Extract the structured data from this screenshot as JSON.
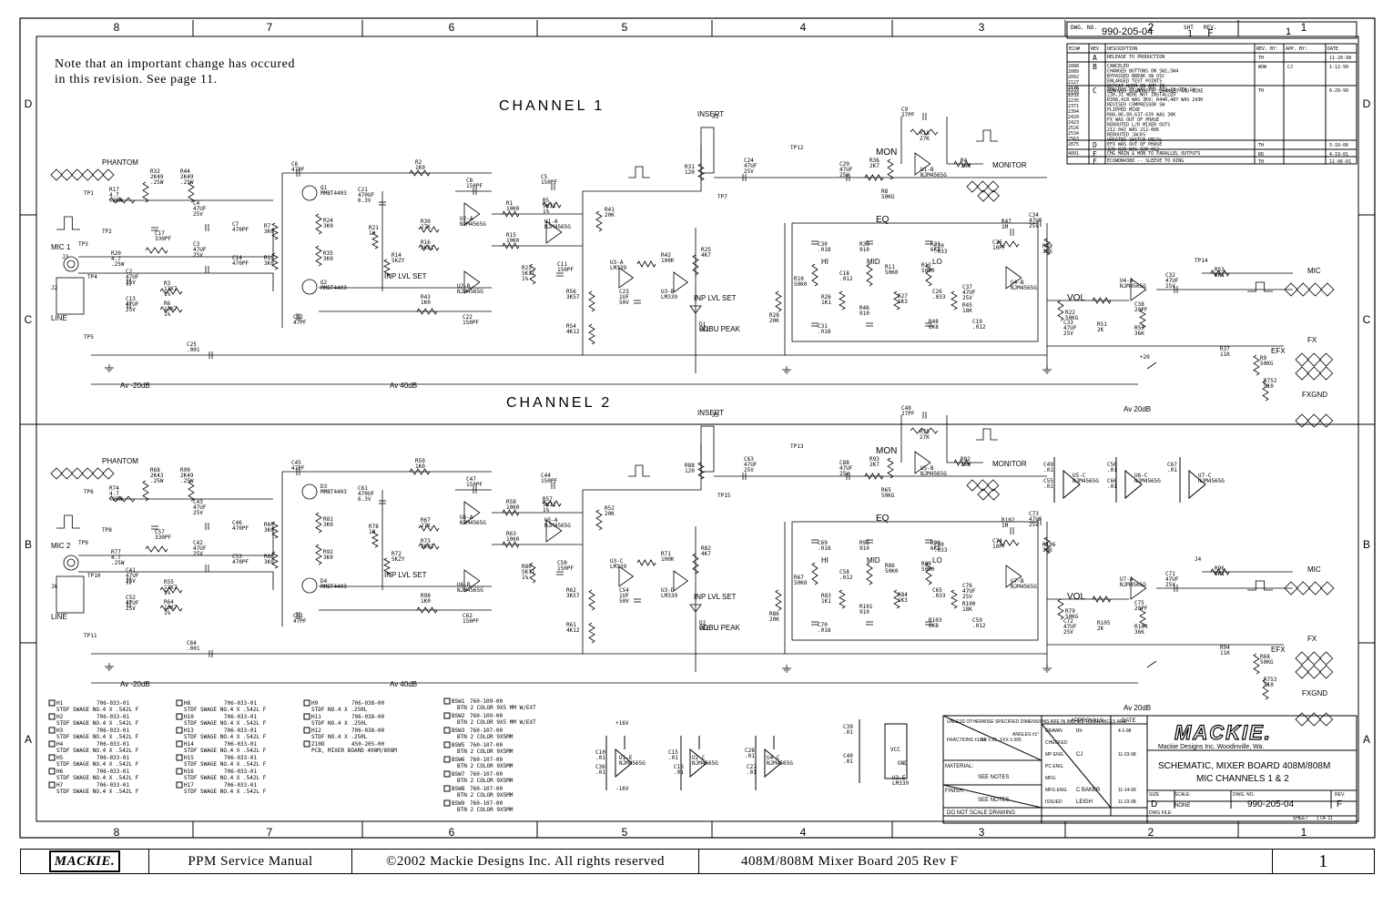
{
  "note": "Note that an important change has occured\nin this revision. See page 11.",
  "channels": {
    "ch1": "CHANNEL 1",
    "ch2": "CHANNEL 2"
  },
  "grid": {
    "columns": [
      "8",
      "7",
      "6",
      "5",
      "4",
      "3",
      "2",
      "1"
    ],
    "rows": [
      "D",
      "C",
      "B",
      "A"
    ]
  },
  "drawing": {
    "dwg_no_label": "DWG. NO.",
    "dwg_no": "990-205-04",
    "sht_label": "SHT",
    "sht": "1",
    "rev_label": "REV.",
    "rev": "F"
  },
  "revisions": {
    "headers": [
      "ECO#",
      "REV",
      "DESCRIPTION",
      "REV. BY:",
      "APP. BY:",
      "DATE"
    ],
    "rows": [
      {
        "eco": "",
        "rev": "A",
        "desc": "RELEASE TO PRODUCTION",
        "by": "TH",
        "app": "",
        "date": "11-20-98"
      },
      {
        "eco": "2088 2089 2092 2127 2136 2139",
        "rev": "B",
        "desc": "CANCELED / CHANGED BUTTONS ON SW1,SW4 / BYPASSED BREAK SW OSC / ENLARGED TEST POINTS / DEFEAT NORM ON AMP IN / REMOVED STANDOFFS, CHANGED GND WIRE",
        "by": "WOW",
        "app": "CJ",
        "date": "1-12-99"
      },
      {
        "eco": "2159 2232 2235 2371 2394 2420 2423 2526 2534 2563",
        "rev": "C",
        "desc": "706-033-01 WAS 706-033-10 QTY 14 / Z30,31 WERE NOT INSTALLED / R398,418 WAS 3K9; R440,487 WAS 243K / REVISED COMPRESSOR SW / FLIPPED MIXE / R88,86,89,637-639 WAS 30K / FX WAS OUT OF PHASE / REROUTED L/R MIXER OUTS / 212-042 WAS 212-006 / REROUTED JACKS / UPDATED SWITCH DECAL",
        "by": "TH",
        "app": "",
        "date": "6-29-99"
      },
      {
        "eco": "2875",
        "rev": "D",
        "desc": "EFX WAS OUT OF PHASE / 320-020 WAS 320-012",
        "by": "TH",
        "app": "",
        "date": "5-10-00"
      },
      {
        "eco": "4091",
        "rev": "E",
        "desc": "CHG MAIN & MON TO PARALLEL OUTPUTS",
        "by": "KR",
        "app": "",
        "date": "4-19-01"
      },
      {
        "eco": "",
        "rev": "F",
        "desc": "ECOWDN4380 -- SLEEVE TO RING",
        "by": "TH",
        "app": "",
        "date": "11-06-01"
      }
    ]
  },
  "ch1": {
    "labels": [
      "MIC 1",
      "LINE",
      "PHANTOM",
      "INSERT",
      "EQ",
      "HI",
      "MID",
      "LO",
      "MON",
      "MONITOR",
      "VOL",
      "INP LVL SET",
      "INP LVL SET",
      "0DBU PEAK",
      "Av -20dB",
      "Av 40dB",
      "Av 20dB",
      "MIC",
      "FX",
      "FXGND",
      "EFX"
    ],
    "parts": [
      "R17 4.7 .25W",
      "R32 2K49 .25W",
      "R44 2K49 .25W",
      "C17 330PF",
      "R20 4.7 .25W",
      "C2 47UF 25V",
      "C13 47UF 25V",
      "R3 13K7 1%",
      "R6 13K7 1%",
      "C4 47UF 25V",
      "C3 47UF 25V",
      "C7 470PF",
      "C14 470PF",
      "R7 3K0",
      "R19 3K0",
      "C6 47PF",
      "Q1 MMBT4403",
      "Q2 MMBT4403",
      "R24 3K0",
      "R35 3K0",
      "C12 47PF",
      "C21 470UF 6.3V",
      "R21 10",
      "R14 5KZY",
      "R2 1K0",
      "C8 150PF",
      "U2-A NJM4565G",
      "U2-B NJM4565G",
      "R30 27K",
      "R16 3K01",
      "R43 1K0",
      "C22 150PF",
      "R1 10K0",
      "R15 10K0",
      "C5 150PF",
      "R5 5K11 1%",
      "U1-A NJM4565G",
      "C11 150PF",
      "R23 5K11 1%",
      "R41 20K",
      "U3-A LM339",
      "U3-B LM339",
      "R42 100K",
      "R25 4K7",
      "C23 1UF 50V",
      "R56 3K57",
      "R54 4K12",
      "D1 YEL",
      "R31 120",
      "C24 47UF 25V",
      "TP12",
      "C29 47UF 25V",
      "R36 2K7",
      "R8 50KG",
      "C9 27PF",
      "R18 27K",
      "R4 10K",
      "U1-B NJM4565G",
      "C30 .018",
      "R10 50K0",
      "R26 1K1",
      "C31 .018",
      "R39 910",
      "C18 .012",
      "R11 50K0",
      "R46 910",
      "R27 1K3",
      "R33 6K8",
      "C20 .033",
      "R12 50K0",
      "C26 .033",
      "R48 6K8",
      "C37 47UF 25V",
      "R45 18K",
      "C19 .012",
      "R47 1M",
      "C35 10PF",
      "C34 47UF 25V",
      "R49 30K",
      "U4-B NJM4565G",
      "R28 20K",
      "R22 50KG",
      "C33 47UF 25V",
      "R51 2K",
      "U4-A NJM4565G",
      "C32 47UF 25V",
      "C38 20PF",
      "R50 36K",
      "R53 5K1",
      "R37 11K",
      "R9 50KG",
      "R752 510",
      "C25 .001",
      "TP1",
      "TP2",
      "TP3",
      "TP4",
      "TP5",
      "TP7",
      "TP14",
      "J1",
      "J2",
      "J3"
    ]
  },
  "ch2": {
    "labels": [
      "MIC 2",
      "LINE",
      "PHANTOM",
      "INSERT",
      "EQ",
      "HI",
      "MID",
      "LO",
      "MON",
      "MONITOR",
      "VOL",
      "INP LVL SET",
      "INP LVL SET",
      "0DBU PEAK",
      "Av -20dB",
      "Av 40dB",
      "Av 20dB",
      "MIC",
      "FX",
      "FXGND",
      "EFX"
    ],
    "parts": [
      "R74 4.7 .25W",
      "R68 2K43 .25W",
      "R99 2K49 .25W",
      "C57 330PF",
      "R77 4.7 .25W",
      "C41 47UF 25V",
      "C52 47UF 25V",
      "R55 13K7 1%",
      "R64 13K7 1%",
      "C43 47UF 25V",
      "C42 47UF 25V",
      "C46 470PF",
      "C53 470PF",
      "R60 3K0",
      "R66 3K0",
      "C45 47PF",
      "D3 MMBT4403",
      "D4 MMBT4403",
      "R81 3K0",
      "R92 3K0",
      "C51 47PF",
      "C61 470UF 6.3V",
      "R78 10",
      "R72 5KZY",
      "R59 1K0",
      "C47 150PF",
      "U6-A NJM4565G",
      "U6-B NJM4565G",
      "R67 27K",
      "R73 3K01",
      "R98 1K0",
      "C62 150PF",
      "R58 10K0",
      "R63 10K0",
      "C44 150PF",
      "R57 5K11 1%",
      "U5-A NJM4565G",
      "C50 150PF",
      "R80 5K11 1%",
      "R52 20K",
      "U3-C LM339",
      "U3-D LM339",
      "R71 100K",
      "R82 4K7",
      "C54 1UF 50V",
      "R62 3K57",
      "R61 4K12",
      "D2 YEL",
      "R88 120",
      "C63 47UF 25V",
      "TP13",
      "C88 47UF 25V",
      "R93 2K7",
      "R65 50KG",
      "C48 27PF",
      "R75 27K",
      "R82 10K",
      "U5-B NJM4565G",
      "C69 .018",
      "R67 50K0",
      "R83 1K1",
      "C70 .018",
      "R95 910",
      "C58 .012",
      "R86 50K0",
      "R101 910",
      "R84 1K3",
      "R90 6K8",
      "C60 .033",
      "R89 50K0",
      "C65 .033",
      "R103 6K8",
      "C76 47UF 25V",
      "R100 18K",
      "C59 .012",
      "R102 1M",
      "C74 10PF",
      "C73 47UF 25V",
      "R106 30K",
      "U7-B NJM4565G",
      "R86 20K",
      "R79 50KG",
      "C72 47UF 25V",
      "R105 2K",
      "U7-A NJM4565G",
      "C71 47UF 25V",
      "C75 20PF",
      "R104 36K",
      "R96 5K1",
      "R94 11K",
      "R68 50KG",
      "R753 510",
      "C64 .001",
      "TP6",
      "TP8",
      "TP9",
      "TP10",
      "TP11",
      "TP15",
      "J4",
      "J5",
      "J6"
    ]
  },
  "hardware": [
    {
      "id": "H1",
      "pn": "706-033-01",
      "desc": "STDF SWAGE NO.4 X .542L F"
    },
    {
      "id": "H2",
      "pn": "706-033-01",
      "desc": "STDF SWAGE NO.4 X .542L F"
    },
    {
      "id": "H3",
      "pn": "706-033-01",
      "desc": "STDF SWAGE NO.4 X .542L F"
    },
    {
      "id": "H4",
      "pn": "706-033-01",
      "desc": "STDF SWAGE NO.4 X .542L F"
    },
    {
      "id": "H5",
      "pn": "706-033-01",
      "desc": "STDF SWAGE NO.4 X .542L F"
    },
    {
      "id": "H6",
      "pn": "706-033-01",
      "desc": "STDF SWAGE NO.4 X .542L F"
    },
    {
      "id": "H7",
      "pn": "706-033-01",
      "desc": "STDF SWAGE NO.4 X .542L F"
    },
    {
      "id": "H8",
      "pn": "706-033-01",
      "desc": "STDF SWAGE NO.4 X .542L F"
    },
    {
      "id": "H10",
      "pn": "706-033-01",
      "desc": "STDF SWAGE NO.4 X .542L F"
    },
    {
      "id": "H13",
      "pn": "706-033-01",
      "desc": "STDF SWAGE NO.4 X .542L F"
    },
    {
      "id": "H14",
      "pn": "706-033-01",
      "desc": "STDF SWAGE NO.4 X .542L F"
    },
    {
      "id": "H15",
      "pn": "706-033-01",
      "desc": "STDF SWAGE NO.4 X .542L F"
    },
    {
      "id": "H16",
      "pn": "706-033-01",
      "desc": "STDF SWAGE NO.4 X .542L F"
    },
    {
      "id": "H17",
      "pn": "706-033-01",
      "desc": "STDF SWAGE NO.4 X .542L F"
    },
    {
      "id": "H9",
      "pn": "706-038-00",
      "desc": "STDF NO.4 X .250L"
    },
    {
      "id": "H11",
      "pn": "706-038-00",
      "desc": "STDF NO.4 X .250L"
    },
    {
      "id": "H12",
      "pn": "706-038-00",
      "desc": "STDF NO.4 X .250L"
    },
    {
      "id": "Z10D",
      "pn": "450-205-00",
      "desc": "PCB, MIXER BOARD 408M/808M"
    }
  ],
  "buttons": [
    {
      "id": "BSW1",
      "pn": "760-109-00",
      "desc": "BTN 2 COLOR 9X5 MM W/EXT"
    },
    {
      "id": "BSW2",
      "pn": "760-109-00",
      "desc": "BTN 2 COLOR 9X5 MM W/EXT"
    },
    {
      "id": "BSW3",
      "pn": "760-107-00",
      "desc": "BTN 2 COLOR 9X5MM"
    },
    {
      "id": "BSW5",
      "pn": "760-107-00",
      "desc": "BTN 2 COLOR 9X5MM"
    },
    {
      "id": "BSW6",
      "pn": "760-107-00",
      "desc": "BTN 2 COLOR 9X5MM"
    },
    {
      "id": "BSW7",
      "pn": "760-107-00",
      "desc": "BTN 2 COLOR 9X5MM"
    },
    {
      "id": "BSW8",
      "pn": "760-107-00",
      "desc": "BTN 2 COLOR 9X5MM"
    },
    {
      "id": "BSW9",
      "pn": "760-107-00",
      "desc": "BTN 2 COLOR 9X5MM"
    }
  ],
  "power": [
    "U1-E NJM4565G",
    "U2-C NJM4565G",
    "U4-C NJM4565G",
    "U3-E LM339",
    "U5-C NJM4565G",
    "U6-C NJM4565G",
    "U7-C NJM4565G",
    "C10 .01",
    "C15 .01",
    "C28 .01",
    "C16 .01",
    "C27 .01",
    "C36 .01",
    "C39 .01",
    "C40 .01",
    "C49 .01",
    "C55 .01",
    "C56 .01",
    "C66 .01",
    "C67 .01",
    "+16V",
    "-16V",
    "+20",
    "VCC",
    "GND"
  ],
  "titleblock": {
    "tolerance_note": "UNLESS OTHERWISE SPECIFIED DIMENSIONS ARE IN INCHES TOLERANCES ARE:",
    "fractions": "FRACTIONS ±1/64",
    "decimals": ".XX ±.01  .XXX ±.005",
    "angles": "ANGLES ±1°",
    "approvals_label": "APPROVALS",
    "date_label": "DATE",
    "rows": [
      {
        "label": "DRAWN",
        "name": "tm",
        "date": "4-1-98"
      },
      {
        "label": "CHECKED",
        "name": "",
        "date": ""
      },
      {
        "label": "MP ENG.",
        "name": "CJ",
        "date": "11-23-98"
      },
      {
        "label": "PC ENG.",
        "name": "",
        "date": ""
      },
      {
        "label": "MFG.",
        "name": "",
        "date": ""
      },
      {
        "label": "MFG ENG.",
        "name": "C BAKER",
        "date": "11-14-99"
      },
      {
        "label": "ISSUED",
        "name": "LEIGH",
        "date": "11-23-98"
      }
    ],
    "material_label": "MATERIAL:",
    "material": "SEE NOTES",
    "finish_label": "FINISH:",
    "finish": "SEE NOTES",
    "do_not_scale": "DO NOT SCALE DRAWING",
    "company_logo": "MACKIE.",
    "company": "Mackie Designs Inc.    Woodinville, Wa.",
    "title_line1": "SCHEMATIC, MIXER BOARD 408M/808M",
    "title_line2": "MIC CHANNELS 1 & 2",
    "size_label": "SIZE",
    "size": "D",
    "scale_label": "SCALE:",
    "scale": "NONE",
    "dwg_label": "DWG. NO.",
    "dwg": "990-205-04",
    "rev_label": "REV.",
    "rev": "F",
    "dwg_file_label": "DWG FILE:",
    "sheet_label": "SHEET",
    "sheet": "1 OF 11"
  },
  "footer": {
    "logo": "MACKIE.",
    "manual": "PPM Service Manual",
    "copyright": "©2002 Mackie Designs Inc. All rights reserved",
    "board": "408M/808M Mixer Board 205 Rev F",
    "page": "1"
  }
}
